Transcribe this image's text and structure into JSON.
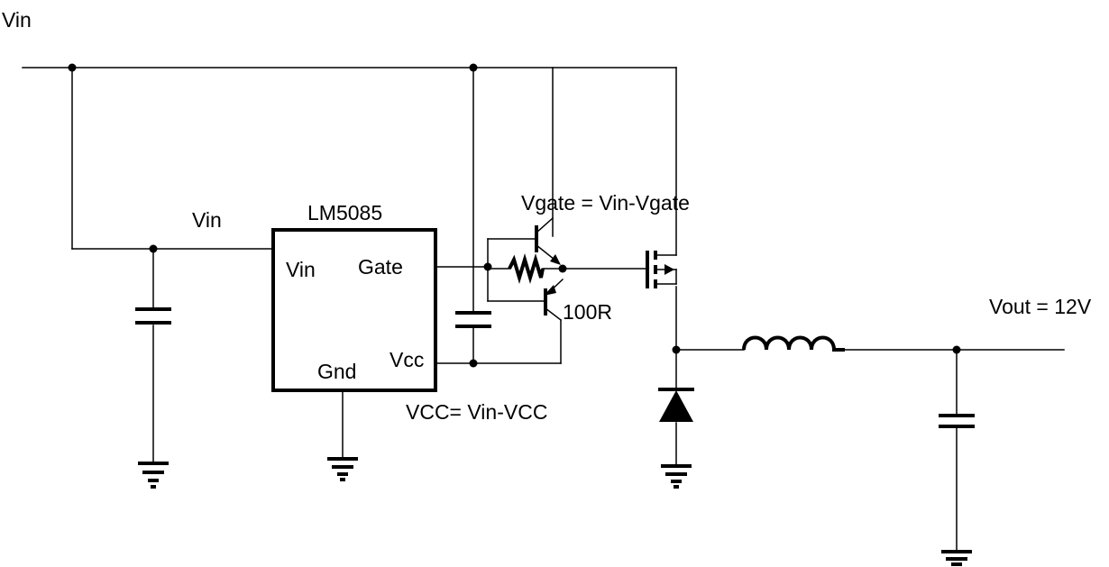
{
  "labels": {
    "vin_rail": "Vin",
    "vin_node": "Vin",
    "ic_name": "LM5085",
    "pin_vin": "Vin",
    "pin_gate": "Gate",
    "pin_vcc": "Vcc",
    "pin_gnd": "Gnd",
    "vgate_eq": "Vgate = Vin-Vgate",
    "resistor": "100R",
    "vcc_eq": "VCC= Vin-VCC",
    "vout": "Vout = 12V"
  }
}
